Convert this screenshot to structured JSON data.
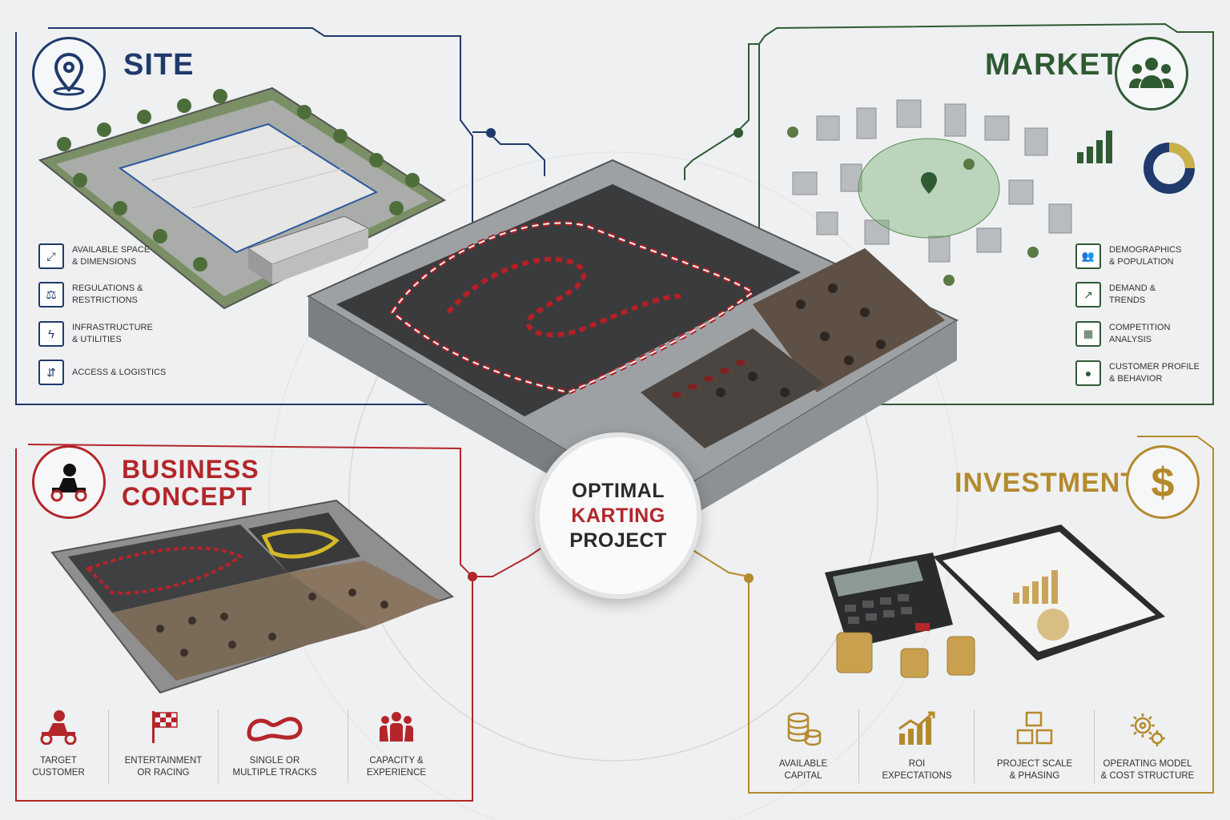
{
  "center": {
    "line1": "OPTIMAL",
    "line2": "KARTING",
    "line3": "PROJECT"
  },
  "colors": {
    "site": "#1f3a6b",
    "market": "#2f5b33",
    "business": "#b3262a",
    "investment": "#b48a2c",
    "center_red": "#b3262a",
    "center_dark": "#2a2a2a"
  },
  "site": {
    "title": "SITE",
    "icon": "map-pin-icon",
    "items": [
      {
        "icon": "dimensions-icon",
        "label": "AVAILABLE SPACE\n& DIMENSIONS"
      },
      {
        "icon": "gavel-icon",
        "label": "REGULATIONS &\nRESTRICTIONS"
      },
      {
        "icon": "lightning-icon",
        "label": "INFRASTRUCTURE\n& UTILITIES"
      },
      {
        "icon": "route-icon",
        "label": "ACCESS & LOGISTICS"
      }
    ]
  },
  "market": {
    "title": "MARKET",
    "icon": "people-group-icon",
    "items": [
      {
        "icon": "population-icon",
        "label": "DEMOGRAPHICS\n& POPULATION"
      },
      {
        "icon": "trend-chart-icon",
        "label": "DEMAND &\nTRENDS"
      },
      {
        "icon": "competition-icon",
        "label": "COMPETITION\nANALYSIS"
      },
      {
        "icon": "customer-icon",
        "label": "CUSTOMER PROFILE\n& BEHAVIOR"
      }
    ]
  },
  "business": {
    "title_line1": "BUSINESS",
    "title_line2": "CONCEPT",
    "icon": "kart-driver-icon",
    "items": [
      {
        "icon": "kart-icon",
        "label": "TARGET\nCUSTOMER"
      },
      {
        "icon": "checkered-flag-icon",
        "label": "ENTERTAINMENT\nOR RACING"
      },
      {
        "icon": "track-icon",
        "label": "SINGLE OR\nMULTIPLE TRACKS"
      },
      {
        "icon": "group-icon",
        "label": "CAPACITY &\nEXPERIENCE"
      }
    ]
  },
  "investment": {
    "title": "INVESTMENT",
    "icon": "dollar-icon",
    "items": [
      {
        "icon": "coins-icon",
        "label": "AVAILABLE\nCAPITAL"
      },
      {
        "icon": "roi-chart-icon",
        "label": "ROI\nEXPECTATIONS"
      },
      {
        "icon": "boxes-icon",
        "label": "PROJECT SCALE\n& PHASING"
      },
      {
        "icon": "gears-icon",
        "label": "OPERATING MODEL\n& COST STRUCTURE"
      }
    ]
  }
}
